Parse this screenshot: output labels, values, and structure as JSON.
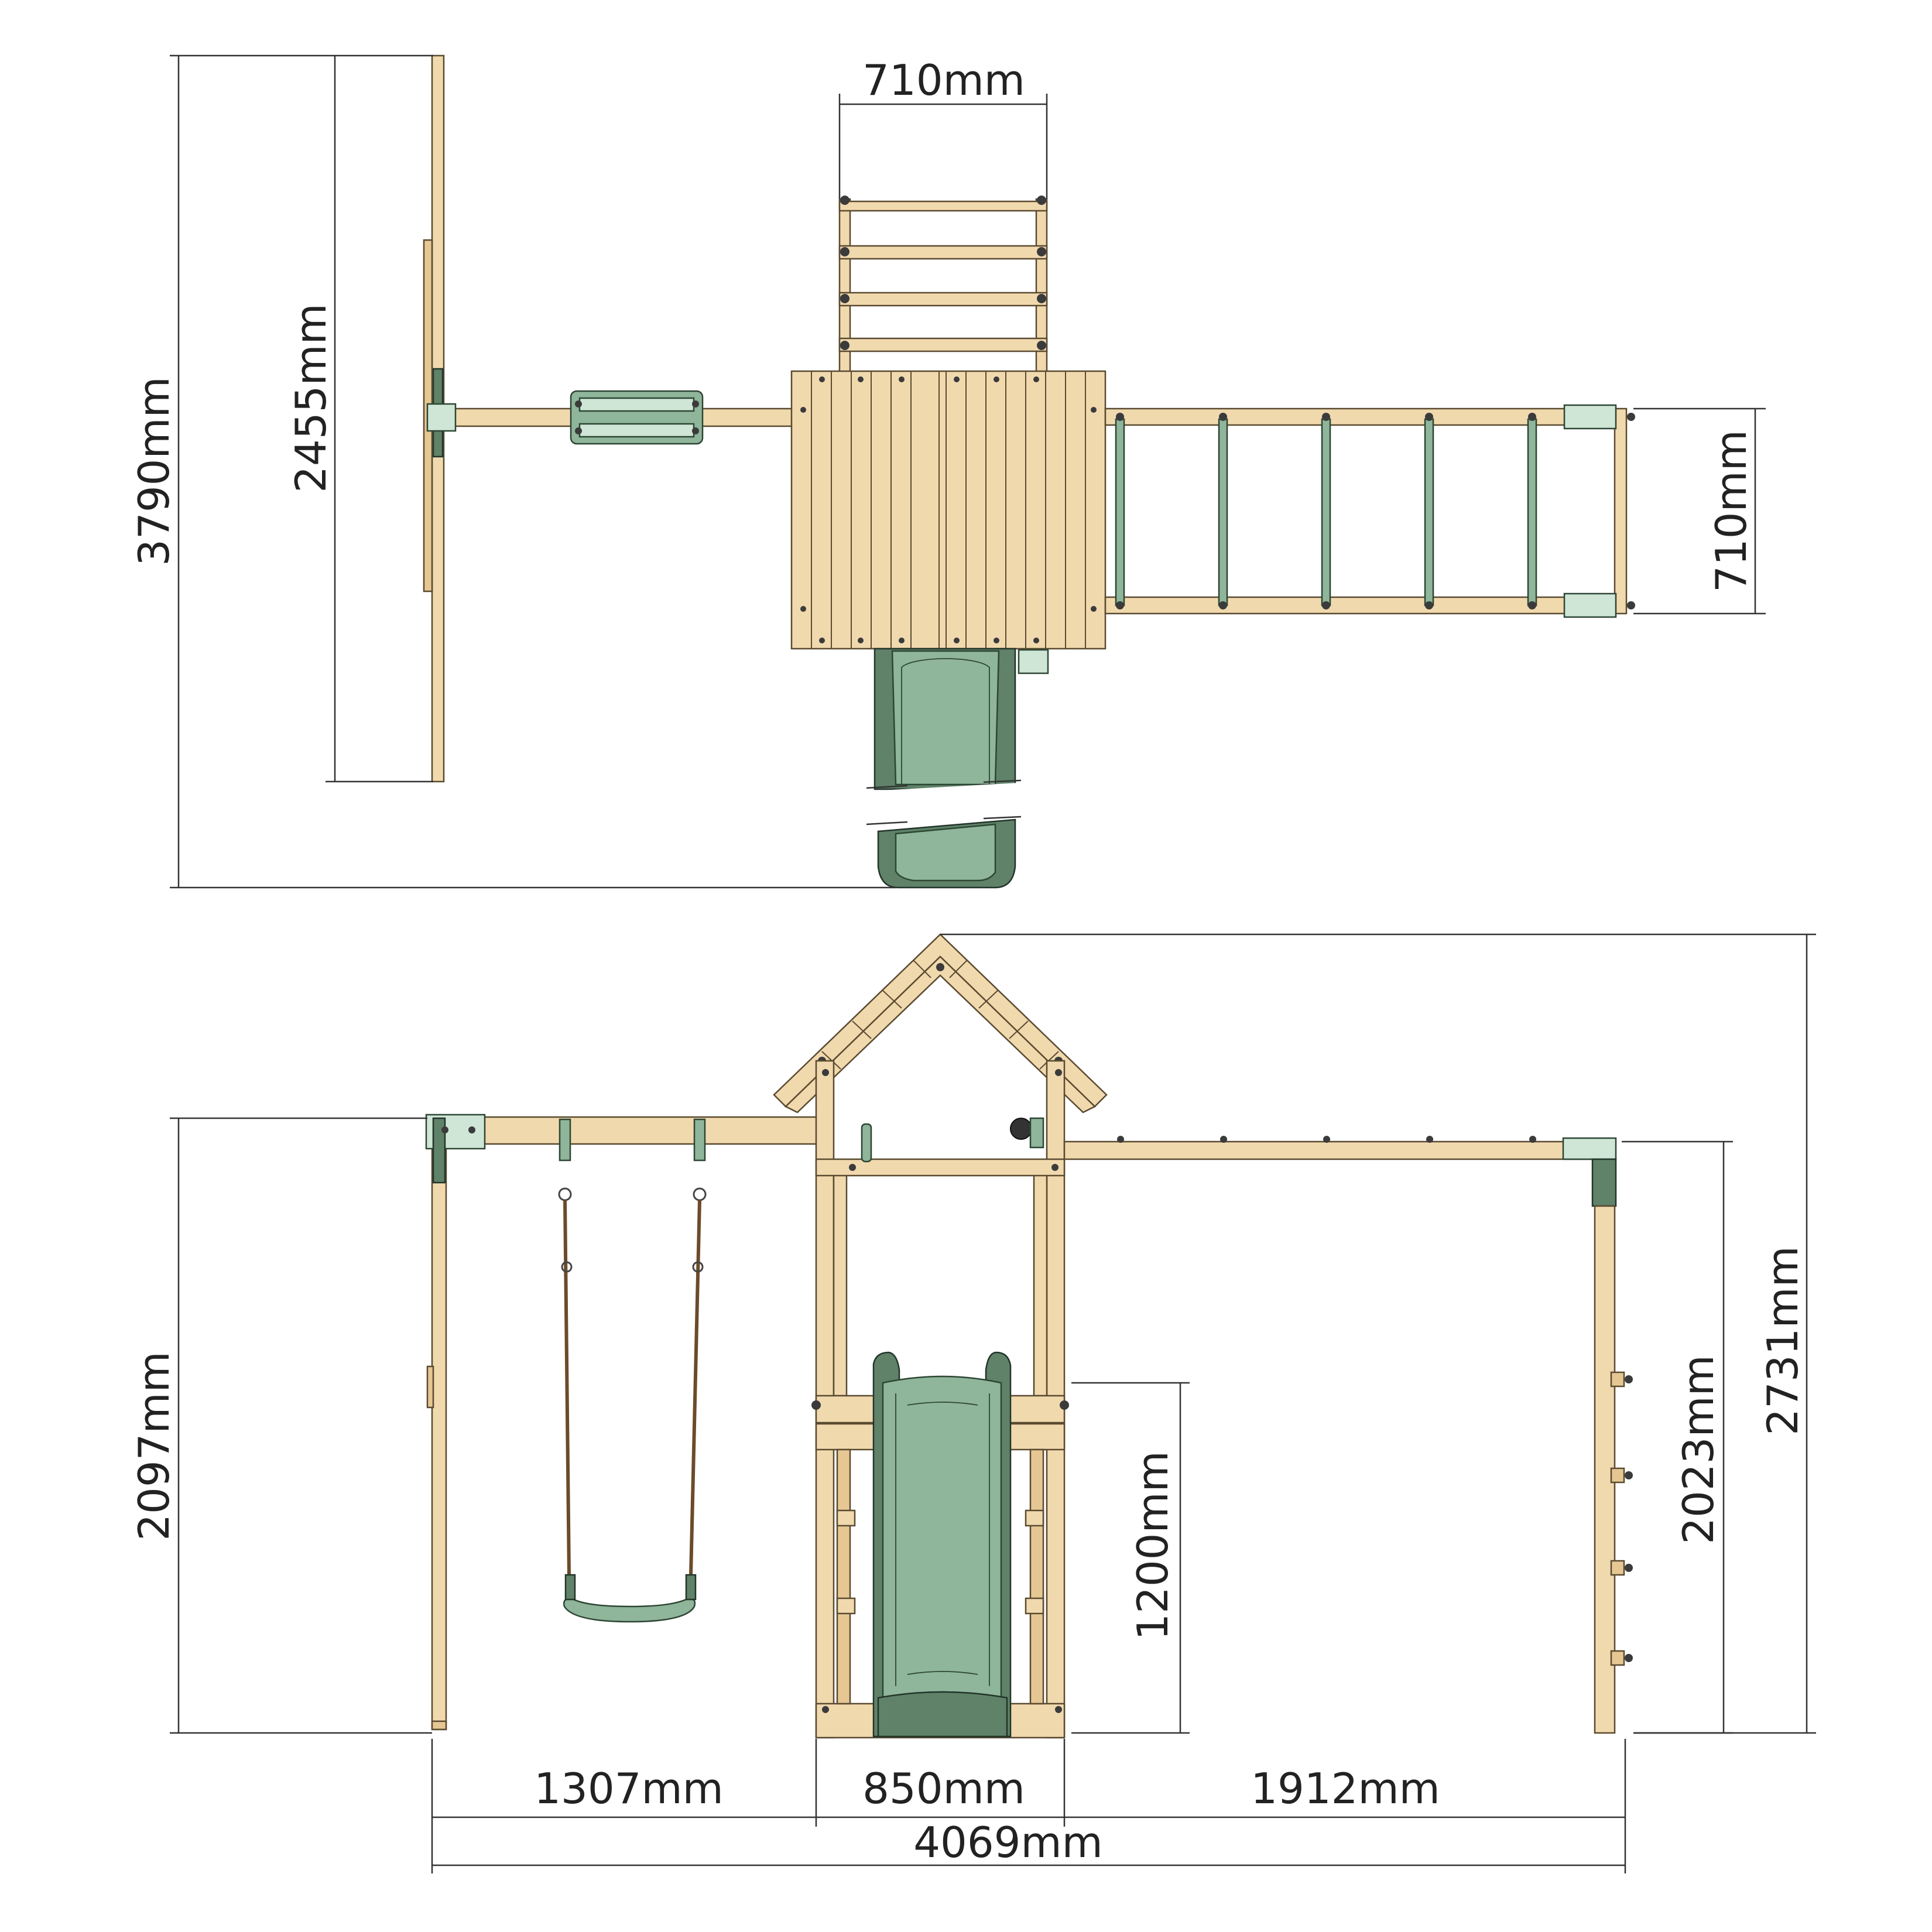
{
  "colors": {
    "timber": "#f1d9ae",
    "timber_outline": "#5a4a30",
    "accessory_green": "#8fb59a",
    "bracket_mint": "#cfe6d6",
    "dimension_line": "#333333"
  },
  "top_view": {
    "dims": {
      "overall_depth": "3790mm",
      "swing_frame_length": "2455mm",
      "ladder_width": "710mm",
      "monkey_bar_width": "710mm"
    }
  },
  "side_view": {
    "dims": {
      "swing_height": "2097mm",
      "platform_height": "1200mm",
      "monkey_bar_height": "2023mm",
      "overall_height": "2731mm",
      "swing_bay_width": "1307mm",
      "tower_width": "850mm",
      "monkey_bar_length": "1912mm",
      "overall_width": "4069mm"
    }
  }
}
